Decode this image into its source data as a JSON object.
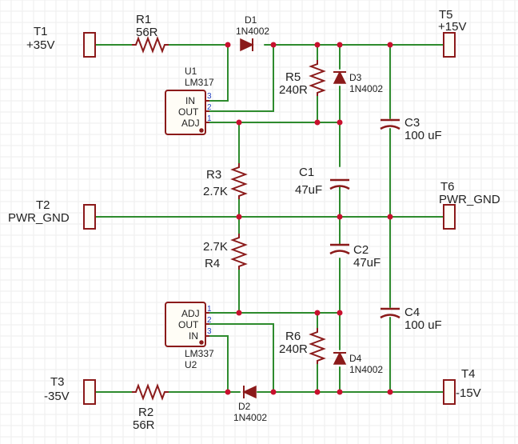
{
  "terminals": [
    {
      "ref": "T1",
      "value": "+35V"
    },
    {
      "ref": "T2",
      "value": "PWR_GND"
    },
    {
      "ref": "T3",
      "value": "-35V"
    },
    {
      "ref": "T4",
      "value": "-15V"
    },
    {
      "ref": "T5",
      "value": "+15V"
    },
    {
      "ref": "T6",
      "value": "PWR_GND"
    }
  ],
  "resistors": [
    {
      "ref": "R1",
      "value": "56R"
    },
    {
      "ref": "R2",
      "value": "56R"
    },
    {
      "ref": "R3",
      "value": "2.7K"
    },
    {
      "ref": "R4",
      "value": "2.7K"
    },
    {
      "ref": "R5",
      "value": "240R"
    },
    {
      "ref": "R6",
      "value": "240R"
    }
  ],
  "diodes": [
    {
      "ref": "D1",
      "value": "1N4002"
    },
    {
      "ref": "D2",
      "value": "1N4002"
    },
    {
      "ref": "D3",
      "value": "1N4002"
    },
    {
      "ref": "D4",
      "value": "1N4002"
    }
  ],
  "capacitors": [
    {
      "ref": "C1",
      "value": "47uF"
    },
    {
      "ref": "C2",
      "value": "47uF"
    },
    {
      "ref": "C3",
      "value": "100 uF"
    },
    {
      "ref": "C4",
      "value": "100 uF"
    }
  ],
  "regulators": {
    "u1": {
      "ref": "U1",
      "value": "LM317",
      "pins": [
        "IN",
        "OUT",
        "ADJ"
      ],
      "pin_numbers": [
        "3",
        "2",
        "1"
      ]
    },
    "u2": {
      "ref": "U2",
      "value": "LM337",
      "pins": [
        "ADJ",
        "OUT",
        "IN"
      ],
      "pin_numbers": [
        "1",
        "2",
        "3"
      ]
    }
  },
  "colors": {
    "wire": "#2e8b2e",
    "component": "#8b1a1a",
    "junction": "#c8102e",
    "pin_number": "#1f3fbf"
  }
}
